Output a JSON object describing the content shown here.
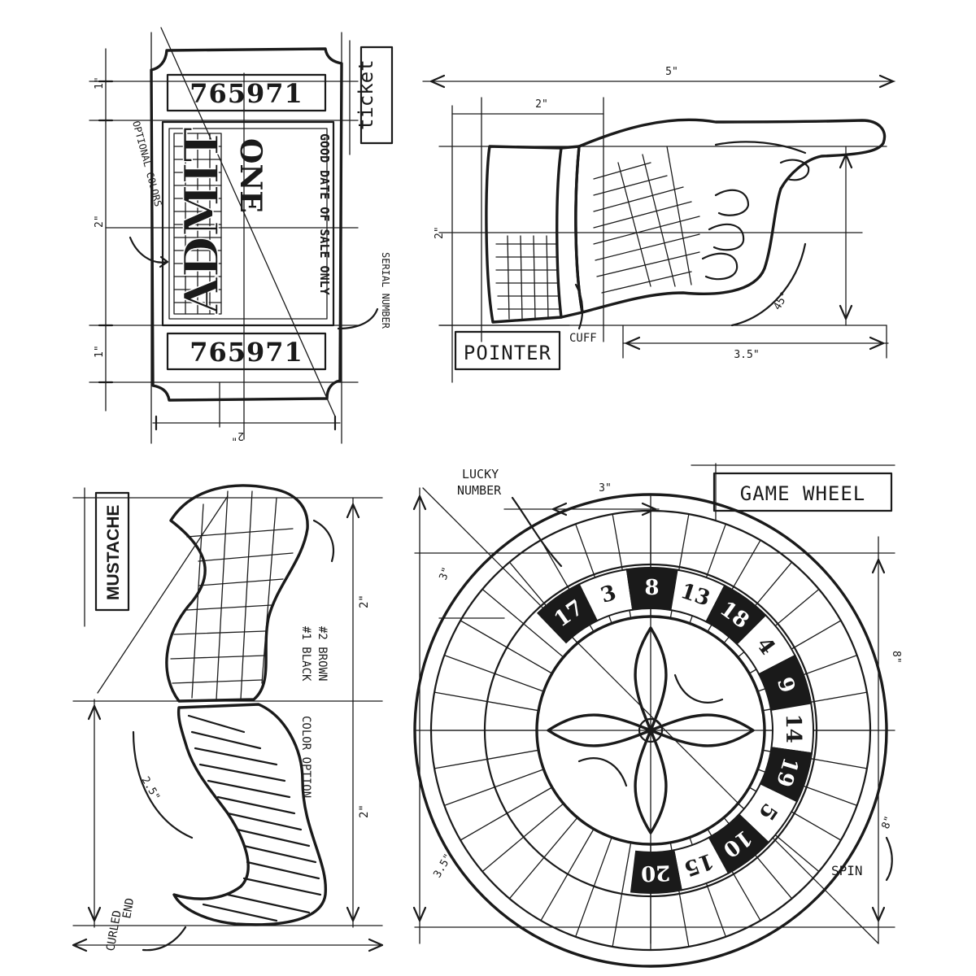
{
  "ticket": {
    "tag": "ticket",
    "serial_top": "765971",
    "serial_bottom": "765971",
    "admit": "ADMIT",
    "one": "ONE",
    "good_date": "GOOD DATE OF SALE ONLY",
    "optional_colors": "OPTIONAL COLORS",
    "serial_number": "SERIAL NUMBER",
    "dim_top": "1\"",
    "dim_mid": "2\"",
    "dim_bottom": "1\"",
    "dim_width": "2\""
  },
  "pointer": {
    "tag": "POINTER",
    "cuff": "CUFF",
    "dim_total": "5\"",
    "dim_cuff": "2\"",
    "dim_height": "2\"",
    "dim_hand": "3.5\"",
    "angle": "45°"
  },
  "mustache": {
    "tag": "MUSTACHE",
    "color_option": "COLOR OPTION",
    "option_1": "#1  BLACK",
    "option_2": "#2  BROWN",
    "curled_end_1": "CURLED",
    "curled_end_2": "END",
    "dim_top": "2\"",
    "dim_bottom": "2\"",
    "dim_curl": "2.5\""
  },
  "wheel": {
    "tag": "GAME WHEEL",
    "lucky_1": "LUCKY",
    "lucky_2": "NUMBER",
    "spin": "SPIN",
    "dim_pocket": "3\"",
    "dim_left": "3\"",
    "dim_height": "8\"",
    "dim_radius": "3.5\"",
    "dim_right": "8\"",
    "numbers": [
      "17",
      "3",
      "8",
      "13",
      "18",
      "4",
      "9",
      "14",
      "19",
      "5",
      "10",
      "15",
      "20"
    ]
  }
}
